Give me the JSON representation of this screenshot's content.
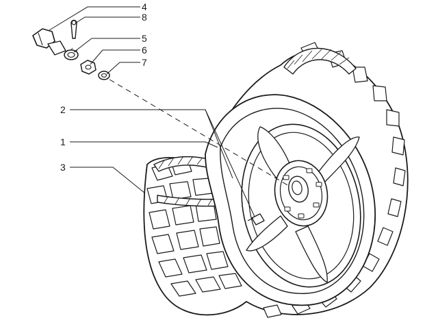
{
  "diagram": {
    "callouts": [
      {
        "id": "c4",
        "label": "4"
      },
      {
        "id": "c8",
        "label": "8"
      },
      {
        "id": "c5",
        "label": "5"
      },
      {
        "id": "c6",
        "label": "6"
      },
      {
        "id": "c7",
        "label": "7"
      },
      {
        "id": "c2",
        "label": "2"
      },
      {
        "id": "c1",
        "label": "1"
      },
      {
        "id": "c3",
        "label": "3"
      }
    ],
    "parts": [
      {
        "callout": "4",
        "icon": "axle-nut-icon"
      },
      {
        "callout": "8",
        "icon": "split-pin-icon"
      },
      {
        "callout": "5",
        "icon": "castellated-cap-icon"
      },
      {
        "callout": "6",
        "icon": "hex-nut-icon"
      },
      {
        "callout": "7",
        "icon": "washer-icon"
      },
      {
        "callout": "2",
        "icon": "rim-edge-icon"
      },
      {
        "callout": "1",
        "icon": "wheel-rim-icon"
      },
      {
        "callout": "3",
        "icon": "knobby-tyre-icon"
      }
    ],
    "line_color": "#1a1a1a",
    "background": "#ffffff"
  }
}
